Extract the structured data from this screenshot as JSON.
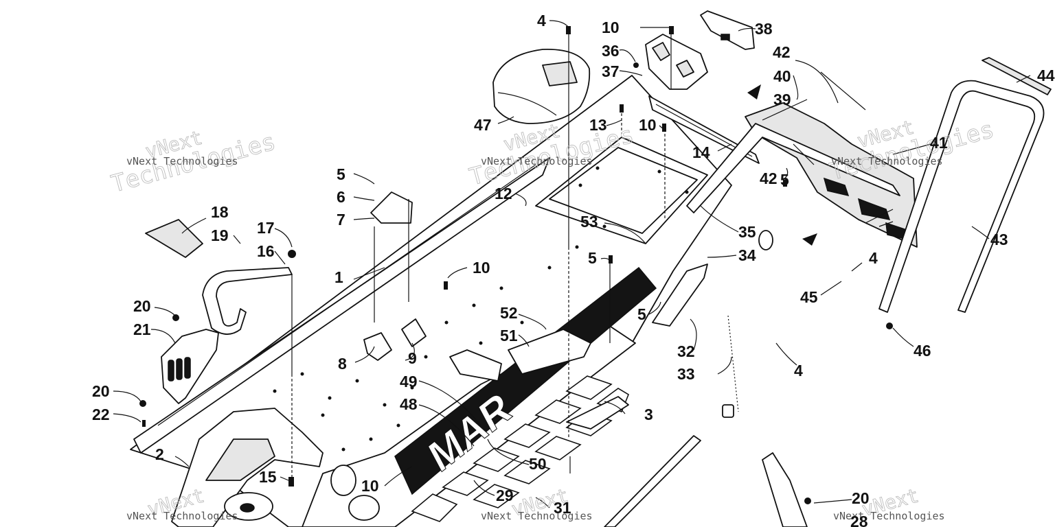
{
  "diagram": {
    "callouts": [
      "1",
      "2",
      "3",
      "4",
      "4",
      "4",
      "5",
      "5",
      "5",
      "5",
      "6",
      "7",
      "8",
      "9",
      "10",
      "10",
      "10",
      "10",
      "12",
      "13",
      "14",
      "15",
      "16",
      "17",
      "18",
      "19",
      "20",
      "20",
      "20",
      "21",
      "22",
      "28",
      "29",
      "31",
      "32",
      "33",
      "34",
      "35",
      "36",
      "37",
      "38",
      "39",
      "40",
      "41",
      "42",
      "42",
      "43",
      "44",
      "45",
      "46",
      "47",
      "48",
      "49",
      "50",
      "51",
      "52",
      "53"
    ],
    "decal_text": "MAR",
    "watermark": {
      "brand": "vNext",
      "word": "Technologies",
      "small": "vNext Technologies"
    }
  }
}
